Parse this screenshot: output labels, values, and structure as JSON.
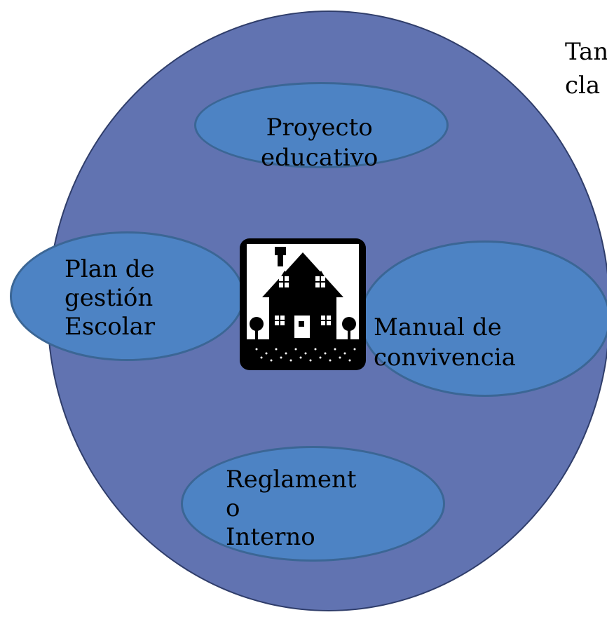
{
  "side_text": {
    "line1": "Tan",
    "line2": "cla"
  },
  "center": {
    "icon": "school-house-icon"
  },
  "nodes": {
    "top": {
      "lines": [
        "Proyecto",
        "educativo"
      ]
    },
    "left": {
      "lines": [
        "Plan de",
        "gestión",
        "Escolar"
      ]
    },
    "right": {
      "lines": [
        "Manual de",
        "convivencia"
      ]
    },
    "bottom": {
      "lines": [
        "Reglament",
        "o",
        "Interno"
      ]
    }
  },
  "colors": {
    "outer_circle": "#6173b1",
    "node_fill": "#4d83c4",
    "node_border": "#3b6695",
    "icon": "#000000"
  }
}
